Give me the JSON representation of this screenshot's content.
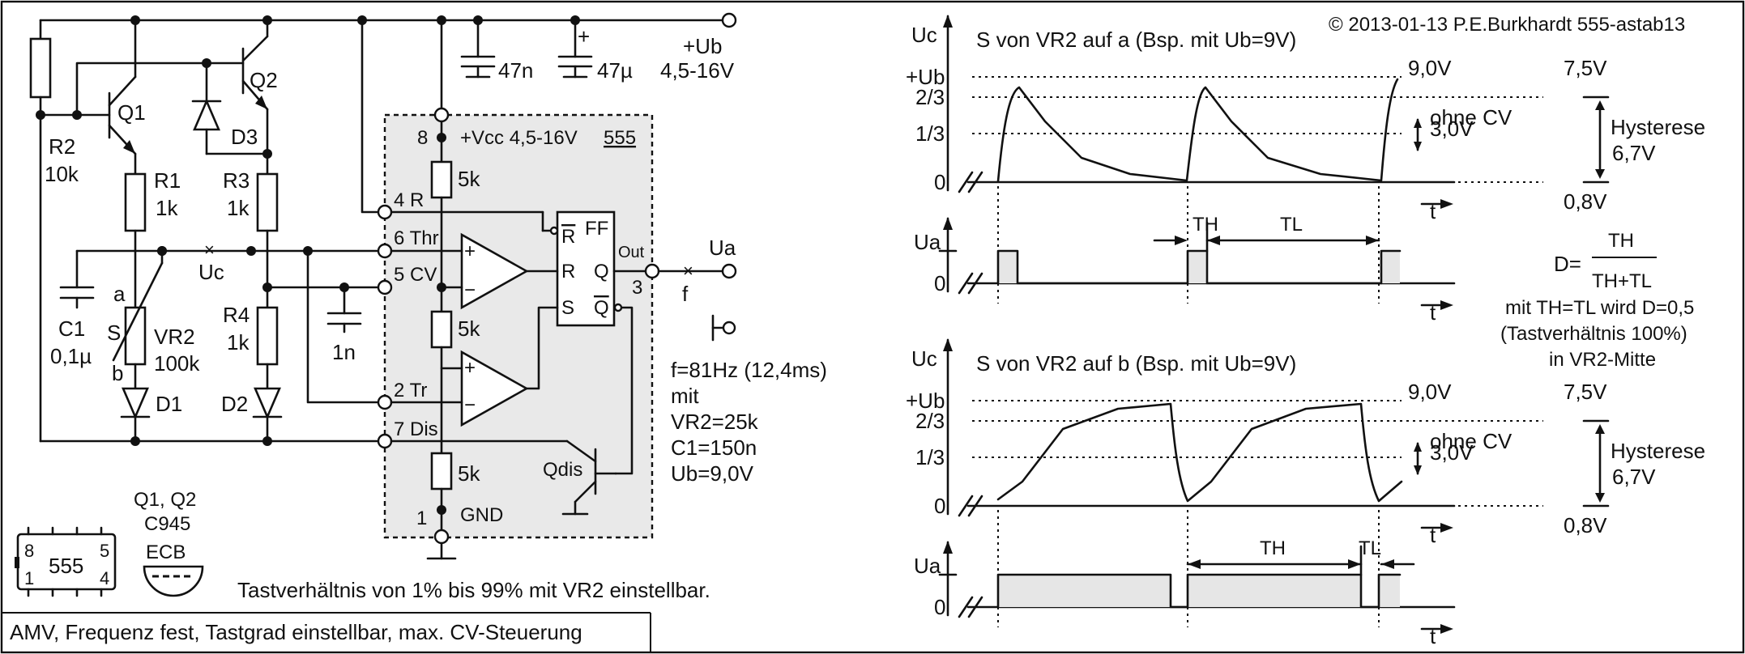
{
  "header": {
    "copyright": "© 2013-01-13 P.E.Burkhardt 555-astab13"
  },
  "footer": {
    "title": "AMV, Frequenz fest, Tastgrad einstellbar,  max. CV-Steuerung",
    "note": "Tastverhältnis von 1% bis 99% mit VR2 einstellbar."
  },
  "schematic": {
    "supply": {
      "label": "+Ub",
      "range": "4,5-16V"
    },
    "caps_top": {
      "c1": "47n",
      "c2": "47µ",
      "plus": "+"
    },
    "transistors": {
      "q1": "Q1",
      "q2": "Q2",
      "qdis": "Qdis"
    },
    "resistors": {
      "r2_name": "R2",
      "r2_value": "10k",
      "r1_name": "R1",
      "r1_value": "1k",
      "r3_name": "R3",
      "r3_value": "1k",
      "r4_name": "R4",
      "r4_value": "1k",
      "div1": "5k",
      "div2": "5k",
      "div3": "5k"
    },
    "diodes": {
      "d1": "D1",
      "d2": "D2",
      "d3": "D3"
    },
    "pot": {
      "name": "VR2",
      "value": "100k",
      "a": "a",
      "b": "b",
      "s": "S"
    },
    "c1": {
      "name": "C1",
      "value": "0,1µ"
    },
    "c_cv": {
      "value": "1n"
    },
    "uc": "Uc",
    "ic": {
      "name": "555",
      "vcc_pin": "8",
      "vcc_label": "+Vcc  4,5-16V",
      "reset": "4 R",
      "thr": "6 Thr",
      "cv": "5 CV",
      "tr": "2 Tr",
      "dis": "7 Dis",
      "gnd_pin": "1",
      "gnd_label": "GND",
      "ff": "FF",
      "rbar": "R",
      "r": "R",
      "s": "S",
      "q": "Q",
      "qbar": "Q",
      "out": "Out",
      "out_pin": "3",
      "plus": "+",
      "minus": "−"
    },
    "output": {
      "ua": "Ua",
      "f": "f"
    },
    "info": [
      "f=81Hz (12,4ms)",
      "mit",
      "VR2=25k",
      "C1=150n",
      "Ub=9,0V"
    ],
    "package": {
      "name": "555",
      "p8": "8",
      "p5": "5",
      "p1": "1",
      "p4": "4"
    },
    "transistor_type": {
      "line1": "Q1, Q2",
      "line2": "C945",
      "pins": "ECB"
    }
  },
  "plots": {
    "top": {
      "title": "S von VR2 auf a (Bsp. mit Ub=9V)",
      "uc": "Uc",
      "plus_ub": "+Ub",
      "two_thirds": "2/3",
      "one_third": "1/3",
      "zero": "0",
      "v9": "9,0V",
      "v75": "7,5V",
      "v08": "0,8V",
      "v30": "3,0V",
      "ohne_cv": "ohne CV",
      "hyst1": "Hysterese",
      "hyst2": "6,7V",
      "t": "t",
      "ua": "Ua",
      "zero2": "0",
      "t2": "t",
      "th": "TH",
      "tl": "TL"
    },
    "bottom": {
      "title": "S von VR2 auf b (Bsp. mit Ub=9V)",
      "uc": "Uc",
      "plus_ub": "+Ub",
      "two_thirds": "2/3",
      "one_third": "1/3",
      "zero": "0",
      "v9": "9,0V",
      "v75": "7,5V",
      "v08": "0,8V",
      "v30": "3,0V",
      "ohne_cv": "ohne CV",
      "hyst1": "Hysterese",
      "hyst2": "6,7V",
      "t": "t",
      "ua": "Ua",
      "zero2": "0",
      "t2": "t",
      "th": "TH",
      "tl": "TL"
    },
    "duty": {
      "d_eq": "D=",
      "num": "TH",
      "den": "TH+TL",
      "line1": "mit TH=TL wird D=0,5",
      "line2": "(Tastverhältnis 100%)",
      "line3": "in VR2-Mitte"
    }
  }
}
